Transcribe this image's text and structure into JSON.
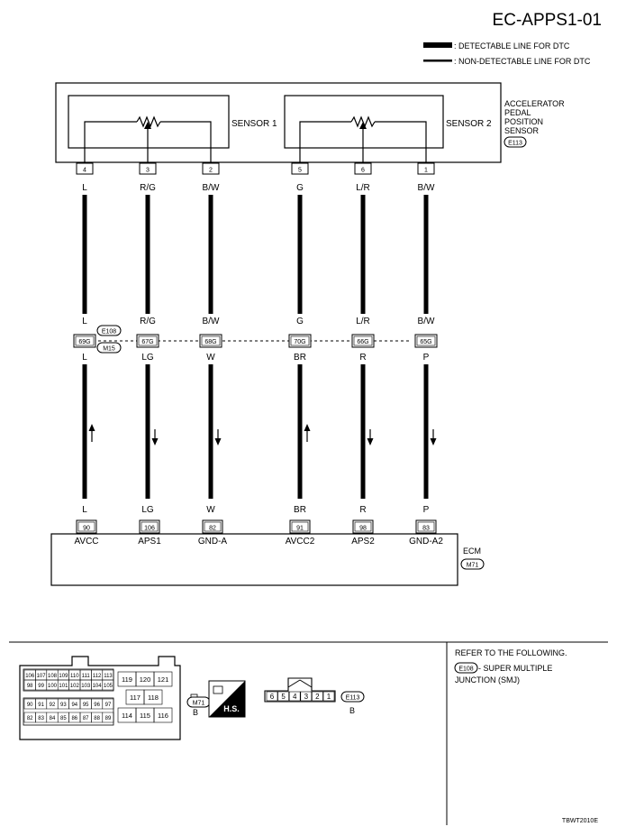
{
  "page_title": "EC-APPS1-01",
  "legend": {
    "detectable": ": DETECTABLE LINE FOR DTC",
    "non_detectable": ": NON-DETECTABLE LINE FOR DTC"
  },
  "app_sensor": {
    "name_lines": [
      "ACCELERATOR",
      "PEDAL",
      "POSITION",
      "SENSOR"
    ],
    "connector": "E113",
    "sensor1_label": "SENSOR 1",
    "sensor2_label": "SENSOR 2"
  },
  "junction": {
    "connector_a": "E108",
    "connector_b": "M15"
  },
  "ecm": {
    "label": "ECM",
    "connector": "M71"
  },
  "circuits": [
    {
      "sensor_pin": "4",
      "color_top": "L",
      "color_mid_upper": "L",
      "junction_pin": "69G",
      "color_mid_lower": "L",
      "color_bottom": "L",
      "ecm_pin": "90",
      "ecm_label": "AVCC",
      "arrow": "up"
    },
    {
      "sensor_pin": "3",
      "color_top": "R/G",
      "color_mid_upper": "R/G",
      "junction_pin": "67G",
      "color_mid_lower": "LG",
      "color_bottom": "LG",
      "ecm_pin": "106",
      "ecm_label": "APS1",
      "arrow": "down"
    },
    {
      "sensor_pin": "2",
      "color_top": "B/W",
      "color_mid_upper": "B/W",
      "junction_pin": "68G",
      "color_mid_lower": "W",
      "color_bottom": "W",
      "ecm_pin": "82",
      "ecm_label": "GND-A",
      "arrow": "down"
    },
    {
      "sensor_pin": "5",
      "color_top": "G",
      "color_mid_upper": "G",
      "junction_pin": "70G",
      "color_mid_lower": "BR",
      "color_bottom": "BR",
      "ecm_pin": "91",
      "ecm_label": "AVCC2",
      "arrow": "up"
    },
    {
      "sensor_pin": "6",
      "color_top": "L/R",
      "color_mid_upper": "L/R",
      "junction_pin": "66G",
      "color_mid_lower": "R",
      "color_bottom": "R",
      "ecm_pin": "98",
      "ecm_label": "APS2",
      "arrow": "down"
    },
    {
      "sensor_pin": "1",
      "color_top": "B/W",
      "color_mid_upper": "B/W",
      "junction_pin": "65G",
      "color_mid_lower": "P",
      "color_bottom": "P",
      "ecm_pin": "83",
      "ecm_label": "GND-A2",
      "arrow": "down"
    }
  ],
  "connector_views": {
    "m71": {
      "label": "M71",
      "color": "B",
      "rows": [
        [
          "106",
          "107",
          "108",
          "109",
          "110",
          "111",
          "112",
          "113"
        ],
        [
          "98",
          "99",
          "100",
          "101",
          "102",
          "103",
          "104",
          "105"
        ],
        [
          "90",
          "91",
          "92",
          "93",
          "94",
          "95",
          "96",
          "97"
        ],
        [
          "82",
          "83",
          "84",
          "85",
          "86",
          "87",
          "88",
          "89"
        ]
      ],
      "right_top": [
        "119",
        "120",
        "121"
      ],
      "right_mid": [
        "117",
        "118"
      ],
      "right_bottom": [
        "114",
        "115",
        "116"
      ]
    },
    "hs_label": "H.S.",
    "e113": {
      "label": "E113",
      "color": "B",
      "pins": [
        "6",
        "5",
        "4",
        "3",
        "2",
        "1"
      ]
    }
  },
  "note": {
    "line1": "REFER TO THE FOLLOWING.",
    "connector": "E108",
    "line2_suffix": " - SUPER MULTIPLE",
    "line3": "JUNCTION (SMJ)"
  },
  "figure_code": "TBWT2010E"
}
